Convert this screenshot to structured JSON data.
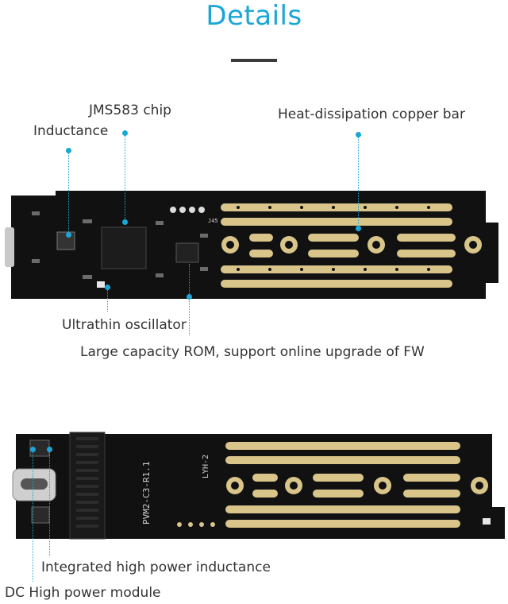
{
  "header": {
    "title": "Details"
  },
  "board_top": {
    "callouts": {
      "jms583": "JMS583 chip",
      "inductance": "Inductance",
      "heat_bar": "Heat-dissipation copper bar",
      "oscillator": "Ultrathin oscillator",
      "rom": "Large capacity ROM, support online upgrade of FW"
    },
    "silkscreen": [
      "J45"
    ]
  },
  "board_bottom": {
    "callouts": {
      "inductance": "Integrated high power inductance",
      "module": "DC High power module"
    },
    "silkscreen": [
      "PVM2-C3-R1.1",
      "LYH-2"
    ]
  },
  "colors": {
    "accent": "#1aa6d6",
    "pcb": "#111111",
    "gold": "#d9c58a"
  }
}
